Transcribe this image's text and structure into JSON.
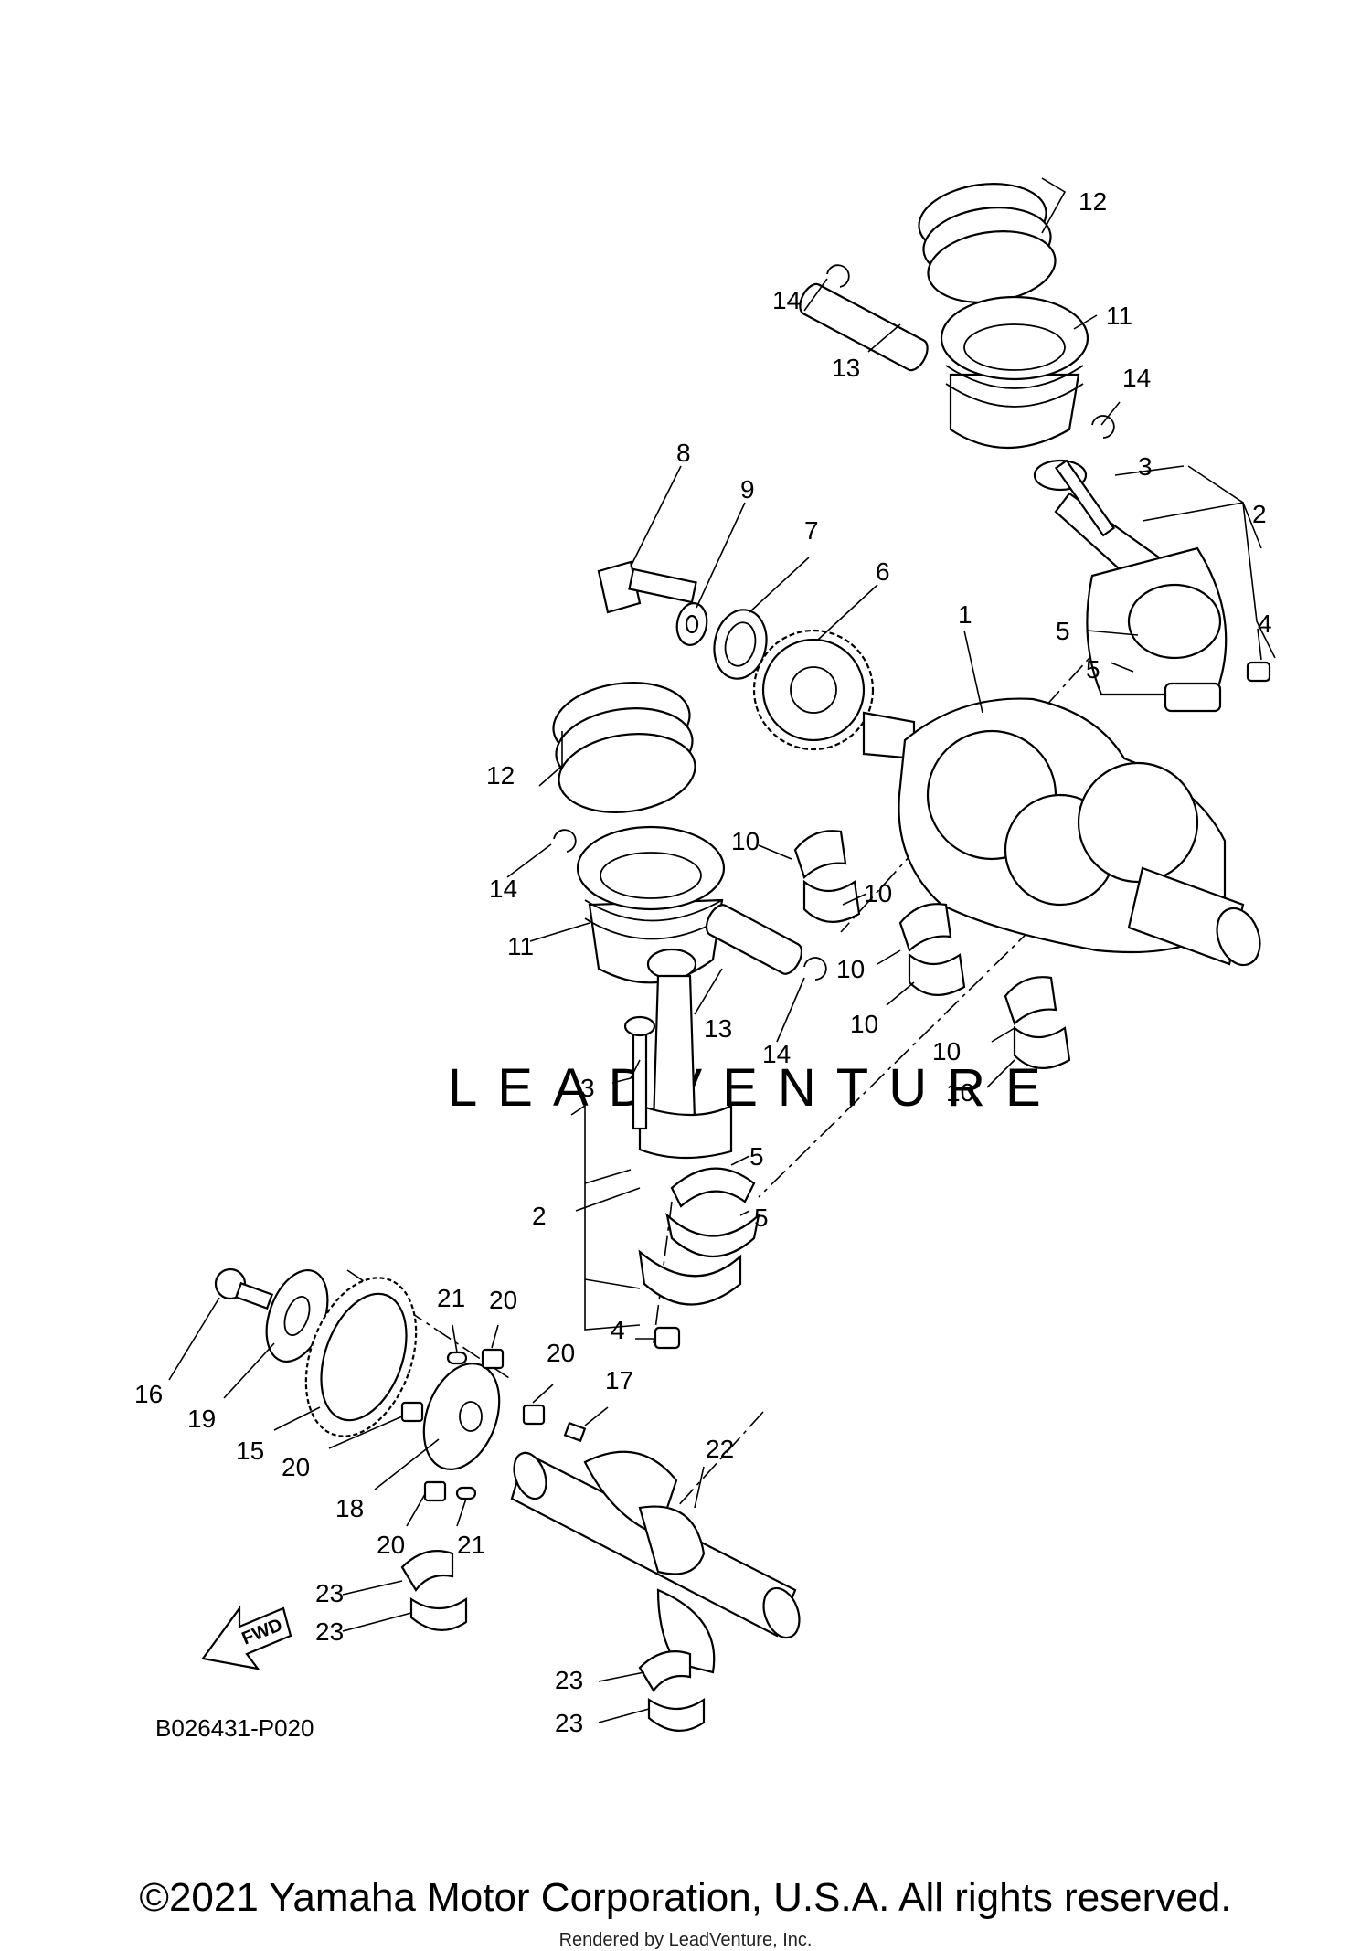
{
  "diagram": {
    "code": "B026431-P020",
    "watermark": "LEADVENTURE",
    "fwd_label": "FWD",
    "callouts": [
      "12",
      "14",
      "13",
      "11",
      "14",
      "3",
      "2",
      "5",
      "5",
      "4",
      "8",
      "9",
      "7",
      "6",
      "1",
      "12",
      "10",
      "10",
      "14",
      "11",
      "10",
      "10",
      "13",
      "14",
      "10",
      "10",
      "3",
      "5",
      "5",
      "2",
      "4",
      "21",
      "20",
      "20",
      "17",
      "22",
      "16",
      "19",
      "15",
      "20",
      "18",
      "20",
      "21",
      "23",
      "23",
      "23",
      "23"
    ]
  },
  "footer": {
    "copyright": "©2021 Yamaha Motor Corporation, U.S.A. All rights reserved.",
    "rendered_by": "Rendered by LeadVenture, Inc."
  }
}
